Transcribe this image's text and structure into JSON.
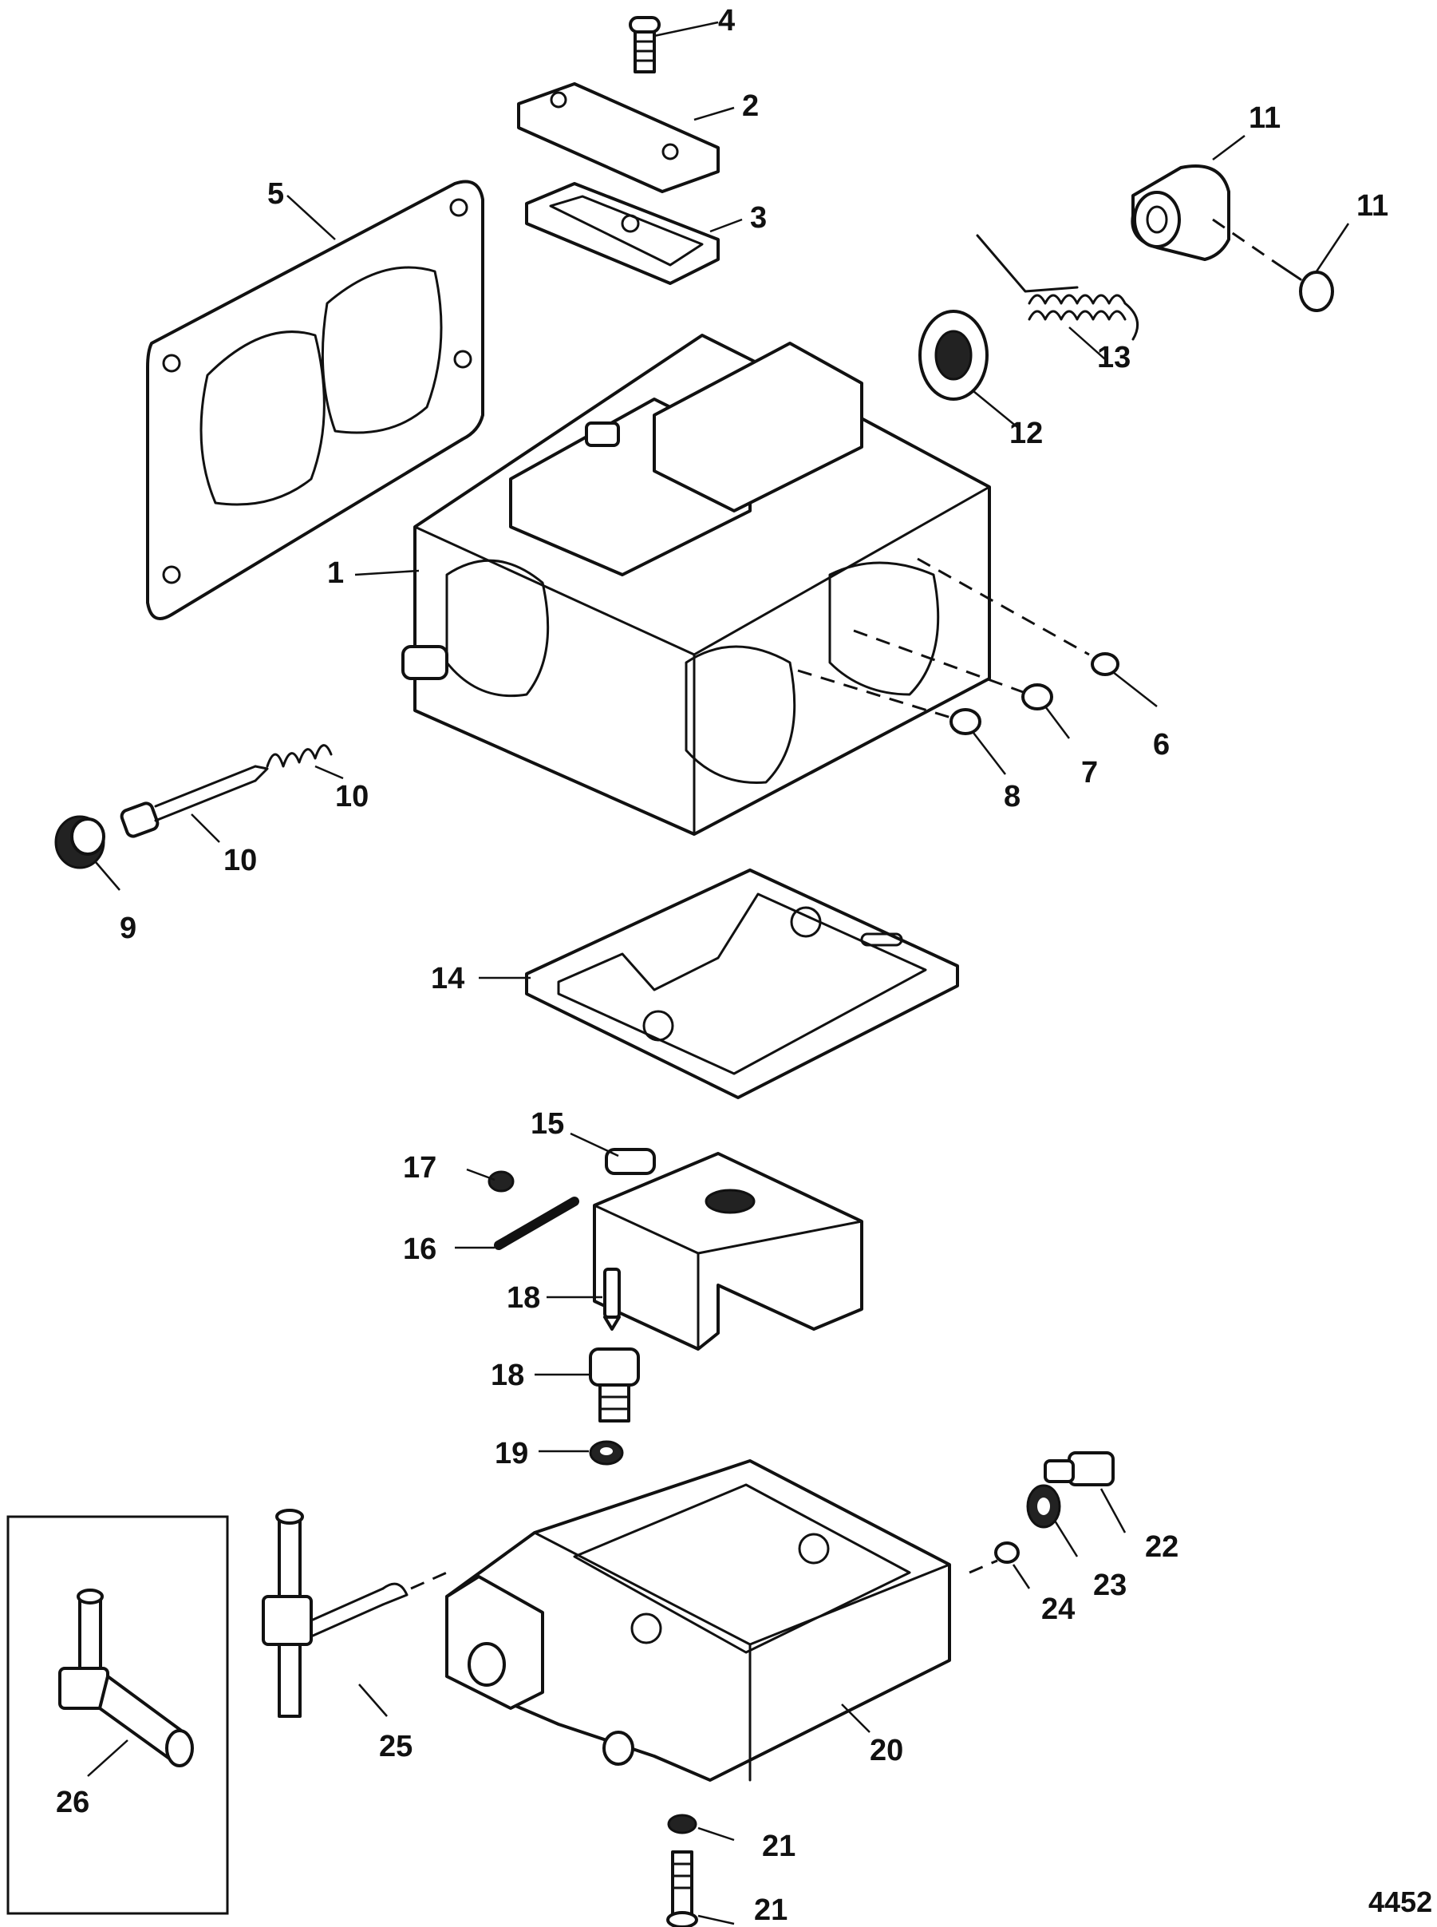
{
  "diagram": {
    "reference_number": "4452",
    "callouts": [
      "1",
      "2",
      "3",
      "4",
      "5",
      "6",
      "7",
      "8",
      "9",
      "10",
      "10",
      "11",
      "11",
      "12",
      "13",
      "14",
      "15",
      "16",
      "17",
      "18",
      "18",
      "19",
      "20",
      "21",
      "21",
      "22",
      "23",
      "24",
      "25",
      "26"
    ]
  }
}
